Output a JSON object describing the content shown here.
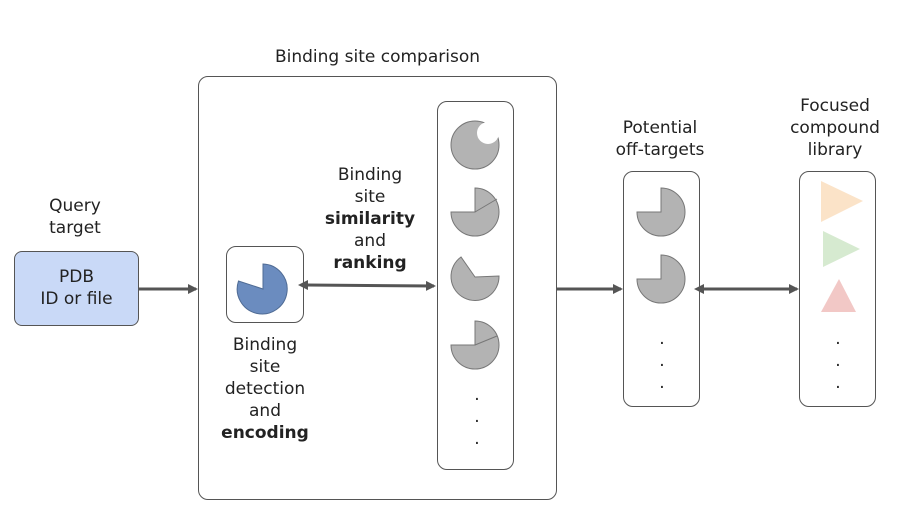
{
  "title": "Binding site comparison",
  "query": {
    "label_line1": "Query",
    "label_line2": "target",
    "box_line1": "PDB",
    "box_line2": "ID or file"
  },
  "detection": {
    "line1": "Binding",
    "line2": "site",
    "line3": "detection",
    "line4": "and",
    "line5": "encoding"
  },
  "similarity": {
    "line1": "Binding",
    "line2": "site",
    "line3": "similarity",
    "line4": "and",
    "line5": "ranking"
  },
  "offtargets": {
    "line1": "Potential",
    "line2": "off-targets"
  },
  "library": {
    "line1": "Focused",
    "line2": "compound",
    "line3": "library"
  },
  "ellipsis": ".",
  "colors": {
    "query_fill": "#c9d9f7",
    "detected_site": "#6b8cbf",
    "site_gray": "#b3b3b3",
    "arrow": "#555555",
    "tri_orange": "#fbe3c8",
    "tri_green": "#d6ead0",
    "tri_red": "#f2c8c6"
  }
}
